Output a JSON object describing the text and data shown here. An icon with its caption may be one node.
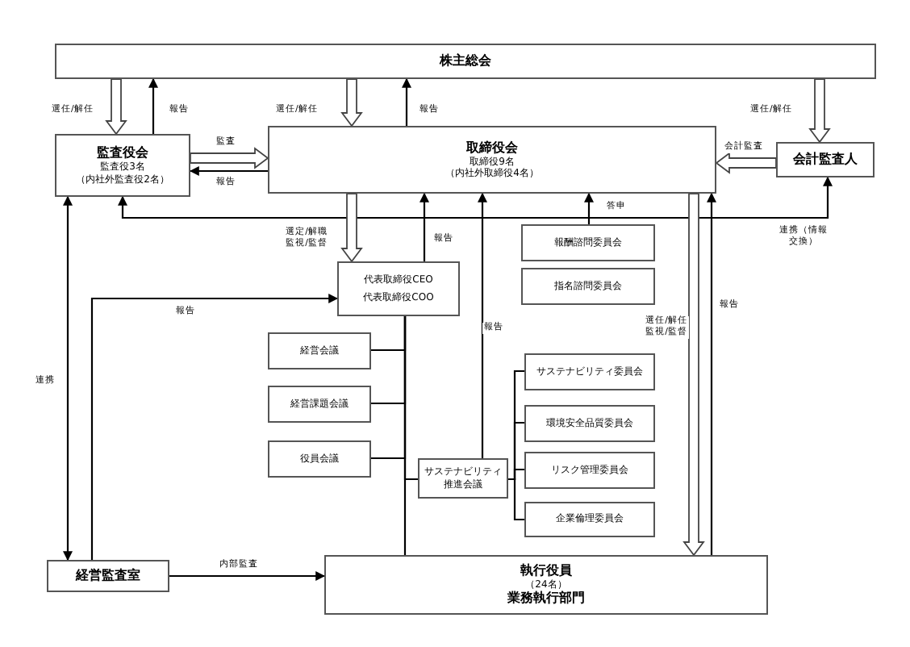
{
  "diagram": {
    "nodes": [
      {
        "text": [
          "株主総会"
        ]
      },
      {
        "text": [
          "監査役会",
          "監査役3名",
          "（内社外監査役2名）"
        ]
      },
      {
        "text": [
          "取締役会",
          "取締役9名",
          "（内社外取締役4名）"
        ]
      },
      {
        "text": [
          "会計監査人"
        ]
      },
      {
        "text": [
          "代表取締役CEO",
          "代表取締役COO"
        ]
      },
      {
        "text": [
          "報酬諮問委員会"
        ]
      },
      {
        "text": [
          "指名諮問委員会"
        ]
      },
      {
        "text": [
          "経営会議"
        ]
      },
      {
        "text": [
          "経営課題会議"
        ]
      },
      {
        "text": [
          "役員会議"
        ]
      },
      {
        "text": [
          "サステナビリティ委員会"
        ]
      },
      {
        "text": [
          "環境安全品質委員会"
        ]
      },
      {
        "text": [
          "サステナビリティ推進会議"
        ]
      },
      {
        "text": [
          "リスク管理委員会"
        ]
      },
      {
        "text": [
          "企業倫理委員会"
        ]
      },
      {
        "text": [
          "経営監査室"
        ]
      },
      {
        "text": [
          "執行役員",
          "（24名）",
          "業務執行部門"
        ]
      }
    ],
    "edges": [
      {
        "from": 0,
        "to": 1,
        "arrow": "to",
        "label": "選任/解任",
        "style": "thick"
      },
      {
        "from": 1,
        "to": 0,
        "arrow": "to",
        "label": "報告"
      },
      {
        "from": 0,
        "to": 2,
        "arrow": "to",
        "label": "選任/解任",
        "style": "thick"
      },
      {
        "from": 2,
        "to": 0,
        "arrow": "to",
        "label": "報告"
      },
      {
        "from": 0,
        "to": 3,
        "arrow": "to",
        "label": "選任/解任",
        "style": "thick"
      },
      {
        "from": 1,
        "to": 2,
        "arrow": "to",
        "label": "監査",
        "style": "thick"
      },
      {
        "from": 2,
        "to": 1,
        "arrow": "to",
        "label": "報告"
      },
      {
        "from": 3,
        "to": 2,
        "arrow": "to",
        "label": "会計監査",
        "style": "thick"
      },
      {
        "from": 1,
        "to": 3,
        "arrow": "both",
        "label": "連携（情報交換）"
      },
      {
        "from": 2,
        "to": 4,
        "arrow": "to",
        "label": "選定/解職監視/監督",
        "style": "thick"
      },
      {
        "from": 4,
        "to": 2,
        "arrow": "to",
        "label": "報告"
      },
      {
        "from": 5,
        "to": 2,
        "arrow": "to",
        "label": "答申"
      },
      {
        "from": 12,
        "to": 2,
        "arrow": "to",
        "label": "報告"
      },
      {
        "from": 15,
        "to": 4,
        "arrow": "to",
        "label": "報告"
      },
      {
        "from": 15,
        "to": 1,
        "arrow": "both",
        "label": "連携"
      },
      {
        "from": 15,
        "to": 16,
        "arrow": "to",
        "label": "内部監査"
      },
      {
        "from": 2,
        "to": 16,
        "arrow": "to",
        "label": "選任/解任監視/監督",
        "style": "thick"
      },
      {
        "from": 16,
        "to": 2,
        "arrow": "to",
        "label": "報告"
      },
      {
        "from": 4,
        "to": 7,
        "arrow": "none"
      },
      {
        "from": 4,
        "to": 8,
        "arrow": "none"
      },
      {
        "from": 4,
        "to": 9,
        "arrow": "none"
      },
      {
        "from": 4,
        "to": 12,
        "arrow": "none"
      },
      {
        "from": 4,
        "to": 16,
        "arrow": "none"
      },
      {
        "from": 12,
        "to": 10,
        "arrow": "none"
      },
      {
        "from": 12,
        "to": 11,
        "arrow": "none"
      },
      {
        "from": 12,
        "to": 13,
        "arrow": "none"
      },
      {
        "from": 12,
        "to": 14,
        "arrow": "none"
      }
    ]
  }
}
